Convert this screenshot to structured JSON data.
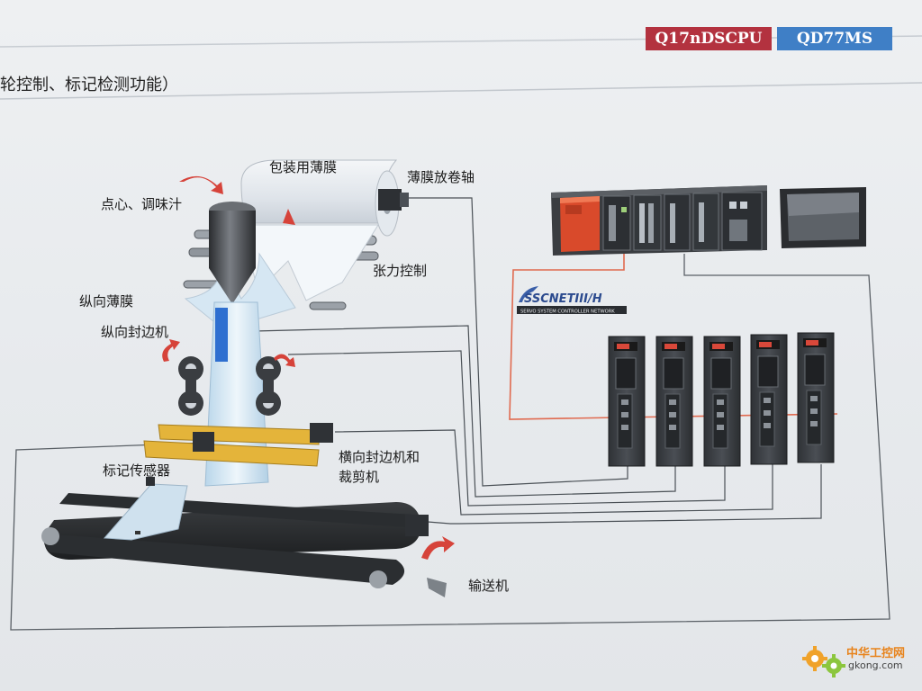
{
  "header": {
    "badge_cpu": "Q17nDSCPU",
    "badge_module": "QD77MS",
    "section_title": "轮控制、标记检测功能）"
  },
  "labels": {
    "snack_sauce": "点心、调味汁",
    "packaging_film": "包装用薄膜",
    "film_unwind_shaft": "薄膜放卷轴",
    "tension_control": "张力控制",
    "longitudinal_film": "纵向薄膜",
    "longitudinal_sealer": "纵向封边机",
    "transverse_sealer_line1": "横向封边机和",
    "transverse_sealer_line2": "裁剪机",
    "mark_sensor": "标记传感器",
    "conveyor": "输送机"
  },
  "network": {
    "logo_text": "SSCNETIII/H",
    "logo_subtext": "SERVO SYSTEM CONTROLLER NETWORK"
  },
  "watermark": {
    "name": "中华工控网",
    "url": "gkong.com"
  },
  "colors": {
    "badge_cpu": "#b3323f",
    "badge_module": "#3f7fc6",
    "network_line": "#e06a4f",
    "signal_line": "#444a50",
    "arrow": "#d6433a",
    "plc_cpu": "#d94a2b",
    "guide_rail": "#e4b43a",
    "product_tube": "#2e6fd0"
  }
}
